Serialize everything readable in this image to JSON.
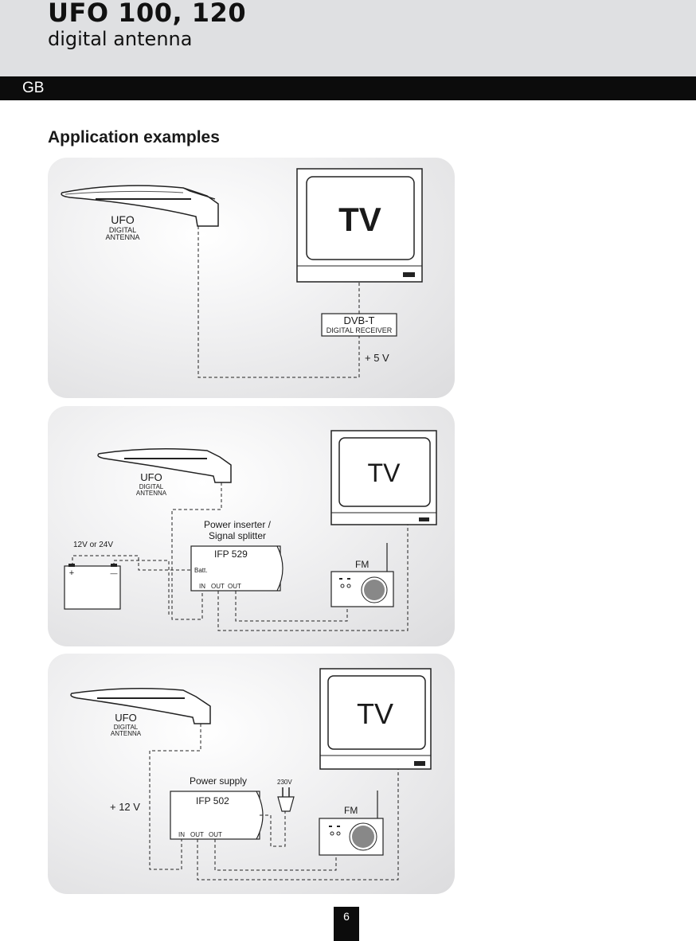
{
  "header": {
    "title": "UFO 100, 120",
    "subtitle": "digital antenna"
  },
  "lang_bar": {
    "label": "GB"
  },
  "section": {
    "title": "Application examples"
  },
  "panel1": {
    "antenna": {
      "name": "UFO",
      "line1": "DIGITAL",
      "line2": "ANTENNA"
    },
    "tv_label": "TV",
    "receiver": {
      "name": "DVB-T",
      "sub": "DIGITAL RECEIVER"
    },
    "voltage": "+ 5 V"
  },
  "panel2": {
    "antenna": {
      "name": "UFO",
      "line1": "DIGITAL",
      "line2": "ANTENNA"
    },
    "tv_label": "TV",
    "inserter_title_1": "Power inserter /",
    "inserter_title_2": "Signal splitter",
    "device_model": "IFP 529",
    "batt_label": "Batt.",
    "ports": {
      "in": "IN",
      "out1": "OUT",
      "out2": "OUT"
    },
    "battery_label": "12V or 24V",
    "battery_plus": "+",
    "battery_minus": "—",
    "radio_label": "FM"
  },
  "panel3": {
    "antenna": {
      "name": "UFO",
      "line1": "DIGITAL",
      "line2": "ANTENNA"
    },
    "tv_label": "TV",
    "supply_title": "Power supply",
    "device_model": "IFP 502",
    "ports": {
      "in": "IN",
      "out1": "OUT",
      "out2": "OUT"
    },
    "plug_label": "230V",
    "voltage": "+ 12 V",
    "radio_label": "FM"
  },
  "footer": {
    "page_number": "6"
  }
}
